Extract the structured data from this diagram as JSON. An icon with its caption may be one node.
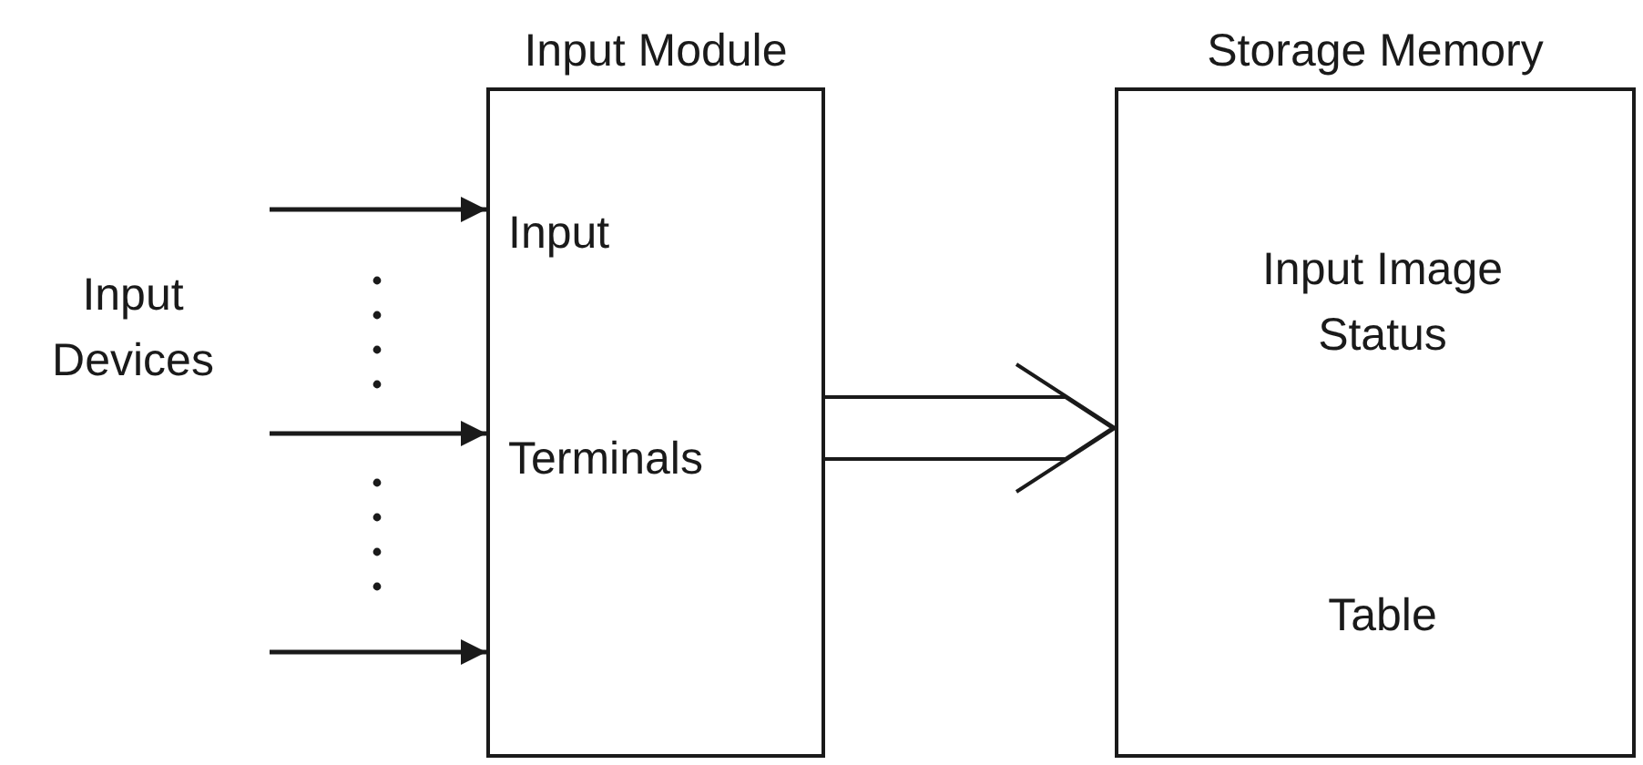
{
  "diagram": {
    "nodes": [
      {
        "text": [
          "Input Devices"
        ]
      },
      {
        "text": [
          "Input Module",
          "Input",
          "Terminals"
        ]
      },
      {
        "text": [
          "Storage Memory",
          "Input Image Status",
          "Table"
        ]
      }
    ],
    "edges": [
      {
        "from": null,
        "to": 1,
        "arrow": "to"
      },
      {
        "from": null,
        "to": 1,
        "arrow": "to"
      },
      {
        "from": null,
        "to": 1,
        "arrow": "to"
      },
      {
        "from": 1,
        "to": 2,
        "arrow": "to"
      }
    ]
  }
}
